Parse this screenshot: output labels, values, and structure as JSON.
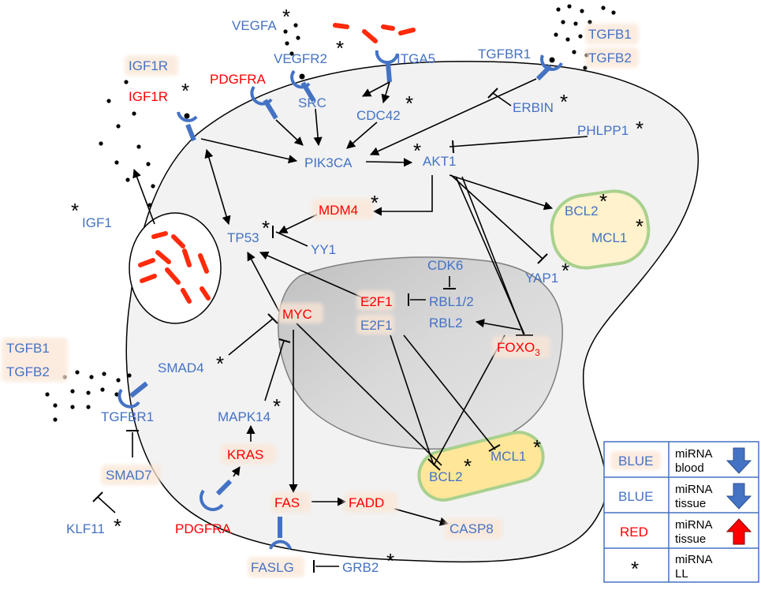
{
  "colors": {
    "blue": "#4472c4",
    "red": "#ff0000",
    "highlight": "#fbe5d6",
    "cell": "#f2f2f2",
    "nucleus": "#d9d9d9",
    "mito": "#ffe699",
    "mito_border": "#a9d18e"
  },
  "nodes": {
    "vegfa": "VEGFA",
    "itga5": "ITGA5",
    "vegfr2": "VEGFR2",
    "tgfbr1_top": "TGFBR1",
    "tgfb1_top": "TGFB1",
    "tgfb2_top": "TGFB2",
    "igf1r_blue": "IGF1R",
    "igf1r_red": "IGF1R",
    "pdgfra_top": "PDGFRA",
    "src": "SRC",
    "cdc42": "CDC42",
    "erbin": "ERBIN",
    "phlpp1": "PHLPP1",
    "pik3ca": "PIK3CA",
    "akt1": "AKT1",
    "igf1": "IGF1",
    "mdm4": "MDM4",
    "bcl2_top": "BCL2",
    "mcl1_top": "MCL1",
    "tp53": "TP53",
    "yy1": "YY1",
    "cdk6": "CDK6",
    "yap1": "YAP1",
    "e2f1_red": "E2F1",
    "e2f1_blue": "E2F1",
    "rbl12": "RBL1/2",
    "myc": "MYC",
    "rbl2": "RBL2",
    "foxo3_main": "FOXO",
    "foxo3_sub": "3",
    "tgfb1_left": "TGFB1",
    "tgfb2_left": "TGFB2",
    "smad4": "SMAD4",
    "mapk14": "MAPK14",
    "tgfbr1_left": "TGFBR1",
    "kras": "KRAS",
    "smad7": "SMAD7",
    "mcl1_bottom": "MCL1",
    "bcl2_bottom": "BCL2",
    "fas": "FAS",
    "fadd": "FADD",
    "pdgfra_bottom": "PDGFRA",
    "klf11": "KLF11",
    "casp8": "CASP8",
    "faslg": "FASLG",
    "grb2": "GRB2"
  },
  "star": "*",
  "legend": {
    "rows": [
      {
        "key": "BLUE",
        "line1": "miRNA",
        "line2": "blood",
        "arrow": "down"
      },
      {
        "key": "BLUE",
        "line1": "miRNA",
        "line2": "tissue",
        "arrow": "down"
      },
      {
        "key": "RED",
        "line1": "miRNA",
        "line2": "tissue",
        "arrow": "up"
      },
      {
        "key": "*",
        "line1": "miRNA",
        "line2": "LL",
        "arrow": "none"
      }
    ]
  }
}
